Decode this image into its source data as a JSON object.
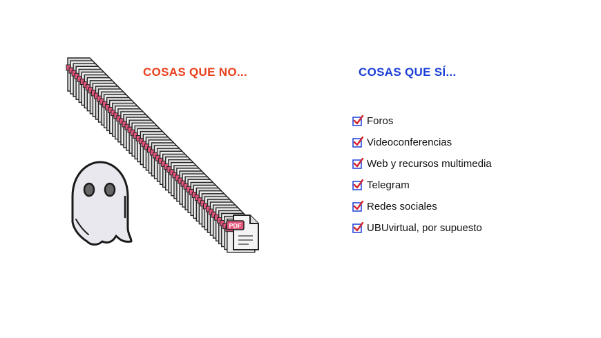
{
  "headings": {
    "no": "COSAS QUE NO...",
    "si": "COSAS QUE SÍ..."
  },
  "checklist": [
    "Foros",
    "Videoconferencias",
    "Web y recursos multimedia",
    "Telegram",
    "Redes sociales",
    "UBUvirtual, por supuesto"
  ],
  "pdf_badge": "PDF",
  "icons": {
    "ghost": "ghost-icon",
    "pdf_stack": "pdf-document-stack",
    "checkbox": "checked-checkbox-icon"
  },
  "colors": {
    "no_heading": "#e8401c",
    "si_heading": "#1a3fd6",
    "check_mark": "#d6262e",
    "checkbox_border": "#1a3fd6",
    "pdf_stripe": "#e0557a"
  }
}
